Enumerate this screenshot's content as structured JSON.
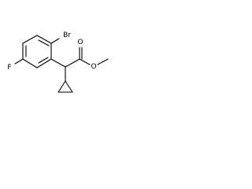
{
  "atoms": {
    "bromine": "Br",
    "fluorine": "F",
    "ether_oxygen": "O",
    "carbonyl_oxygen": "O"
  }
}
